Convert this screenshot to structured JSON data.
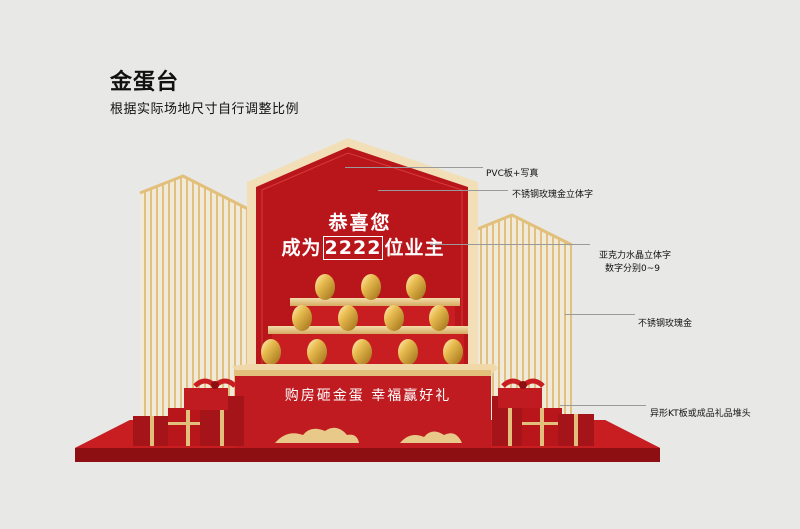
{
  "header": {
    "title": "金蛋台",
    "subtitle": "根据实际场地尺寸自行调整比例"
  },
  "banner": {
    "line1": "恭喜您",
    "line2_prefix": "成为",
    "line2_number": "2222",
    "line2_suffix": "位业主"
  },
  "stage": {
    "slogan": "购房砸金蛋  幸福赢好礼"
  },
  "annotations": {
    "pvc": "PVC板+写真",
    "stainless_text": "不锈钢玫瑰金立体字",
    "acrylic_line1": "亚克力水晶立体字",
    "acrylic_line2": "数字分别0~9",
    "stainless": "不锈钢玫瑰金",
    "kt": "异形KT板或成品礼品堆头"
  },
  "colors": {
    "red": "#b8161b",
    "dark_red": "#8e0f12",
    "gold": "#e2bf7a",
    "egg": "#d9a93a"
  }
}
